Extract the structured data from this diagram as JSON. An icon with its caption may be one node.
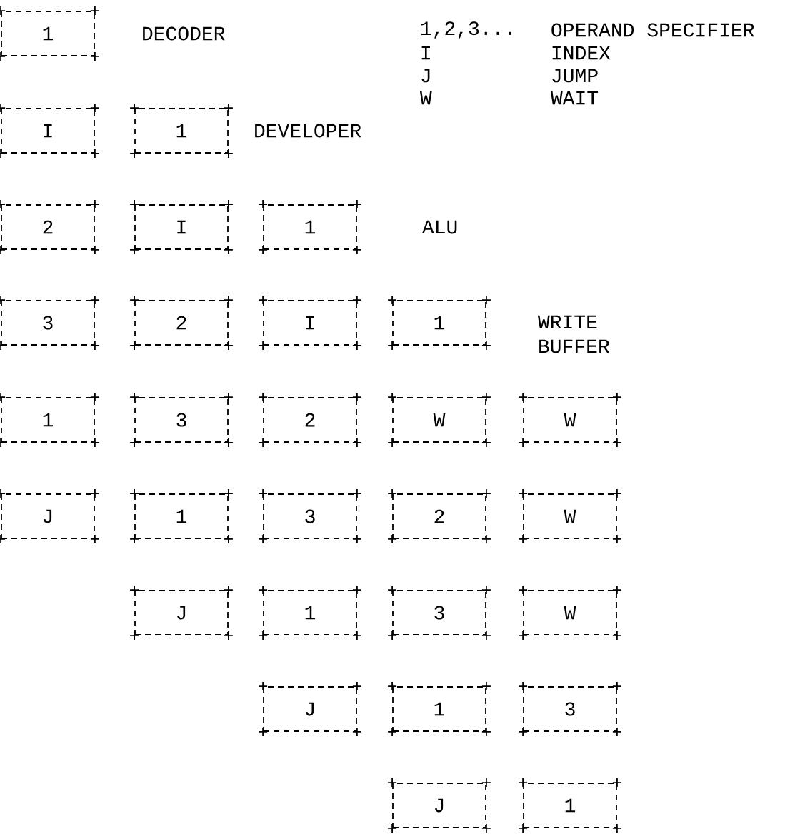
{
  "diagram": {
    "nodes": [
      {
        "text": [
          "1"
        ]
      },
      {
        "text": [
          "I"
        ]
      },
      {
        "text": [
          "1"
        ]
      },
      {
        "text": [
          "2"
        ]
      },
      {
        "text": [
          "I"
        ]
      },
      {
        "text": [
          "1"
        ]
      },
      {
        "text": [
          "3"
        ]
      },
      {
        "text": [
          "2"
        ]
      },
      {
        "text": [
          "I"
        ]
      },
      {
        "text": [
          "1"
        ]
      },
      {
        "text": [
          "1"
        ]
      },
      {
        "text": [
          "3"
        ]
      },
      {
        "text": [
          "2"
        ]
      },
      {
        "text": [
          "W"
        ]
      },
      {
        "text": [
          "W"
        ]
      },
      {
        "text": [
          "J"
        ]
      },
      {
        "text": [
          "1"
        ]
      },
      {
        "text": [
          "3"
        ]
      },
      {
        "text": [
          "2"
        ]
      },
      {
        "text": [
          "W"
        ]
      },
      {
        "text": [
          "J"
        ]
      },
      {
        "text": [
          "1"
        ]
      },
      {
        "text": [
          "3"
        ]
      },
      {
        "text": [
          "W"
        ]
      },
      {
        "text": [
          "J"
        ]
      },
      {
        "text": [
          "1"
        ]
      },
      {
        "text": [
          "3"
        ]
      },
      {
        "text": [
          "J"
        ]
      },
      {
        "text": [
          "1"
        ]
      }
    ],
    "labels": [
      "DECODER",
      "1,2,3...",
      "OPERAND SPECIFIER",
      "I",
      "INDEX",
      "J",
      "JUMP",
      "W",
      "WAIT",
      "DEVELOPER",
      "ALU",
      "WRITE BUFFER"
    ]
  }
}
